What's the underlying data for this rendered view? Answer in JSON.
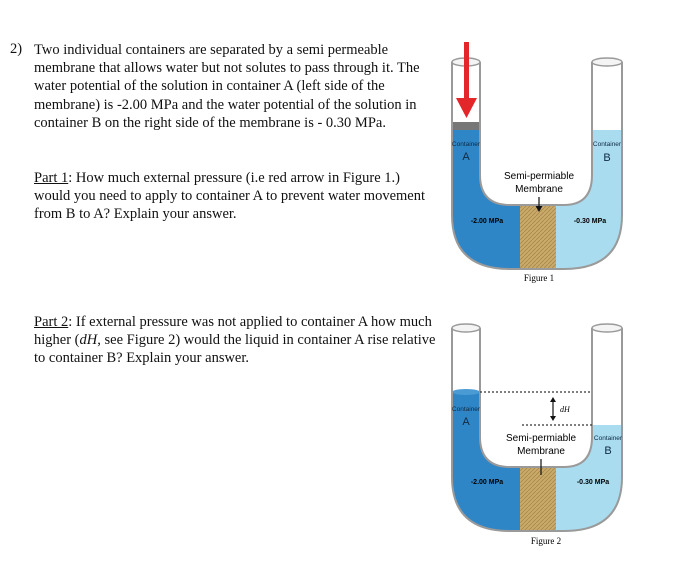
{
  "question": {
    "number": "2)",
    "text": "Two individual containers are separated by a semi permeable membrane that allows water but not solutes to pass through it. The water potential of the solution in container A (left side of the membrane) is -2.00 MPa and the water potential of the solution in container B on the right side of the membrane is - 0.30 MPa."
  },
  "part1": {
    "label": "Part 1",
    "text": ": How much external pressure (i.e red arrow in Figure 1.) would you need to apply to container A to prevent water movement from B to A? Explain your answer."
  },
  "part2": {
    "label": "Part 2",
    "text_a": ": If external pressure was not applied to container A how much higher (",
    "dh": "dH",
    "text_b": ", see Figure 2) would the liquid in container A rise relative to container B?  Explain your answer."
  },
  "figure1": {
    "container_a_line1": "Container",
    "container_a_line2": "A",
    "container_b_line1": "Container",
    "container_b_line2": "B",
    "membrane_line1": "Semi-permiable",
    "membrane_line2": "Membrane",
    "potential_a": "-2.00 MPa",
    "potential_b": "-0.30 MPa",
    "caption": "Figure 1"
  },
  "figure2": {
    "container_a_line1": "Container",
    "container_a_line2": "A",
    "container_b_line1": "Container",
    "container_b_line2": "B",
    "membrane_line1": "Semi-permiable",
    "membrane_line2": "Membrane",
    "potential_a": "-2.00 MPa",
    "potential_b": "-0.30 MPa",
    "dh_label": "dH",
    "caption": "Figure 2"
  },
  "colors": {
    "solution_a": "#2f86c7",
    "solution_b": "#a9dcef",
    "arrow": "#e3262a",
    "membrane": "#c9aa6b",
    "piston": "#777777"
  }
}
